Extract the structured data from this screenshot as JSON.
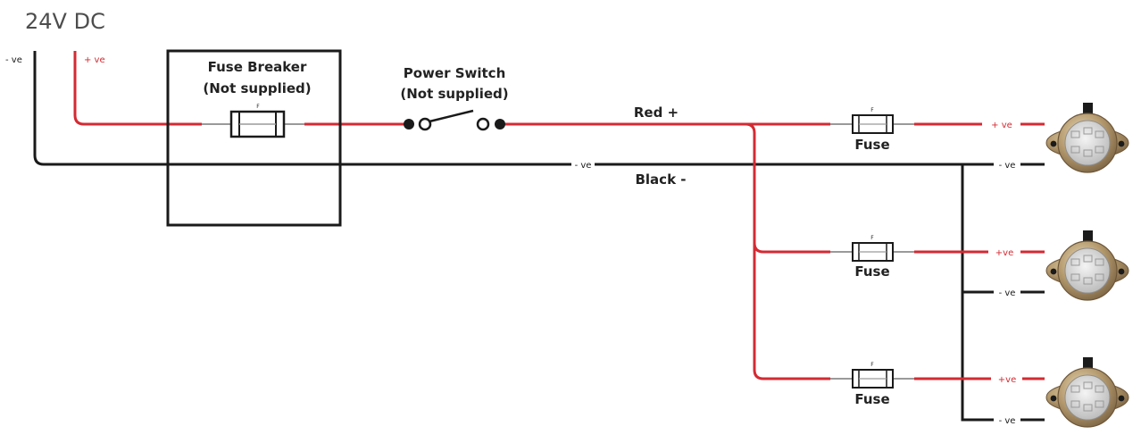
{
  "title": "24V DC",
  "labels": {
    "supply_neg": "- ve",
    "supply_pos": "+ ve",
    "fuse_breaker_line1": "Fuse Breaker",
    "fuse_breaker_line2": "(Not supplied)",
    "power_switch_line1": "Power Switch",
    "power_switch_line2": "(Not supplied)",
    "red_wire": "Red +",
    "black_wire": "Black -",
    "main_neg": "- ve",
    "fuse_letter": "F"
  },
  "branches": [
    {
      "fuse_label": "Fuse",
      "pos_label": "+ ve",
      "neg_label": "- ve"
    },
    {
      "fuse_label": "Fuse",
      "pos_label": "+ve",
      "neg_label": "- ve"
    },
    {
      "fuse_label": "Fuse",
      "pos_label": "+ve",
      "neg_label": "- ve"
    }
  ],
  "colors": {
    "red_wire": "#d42a32",
    "black_wire": "#1a1a1a",
    "bronze": "#b59a6e",
    "lens": "#d8d8d8"
  }
}
